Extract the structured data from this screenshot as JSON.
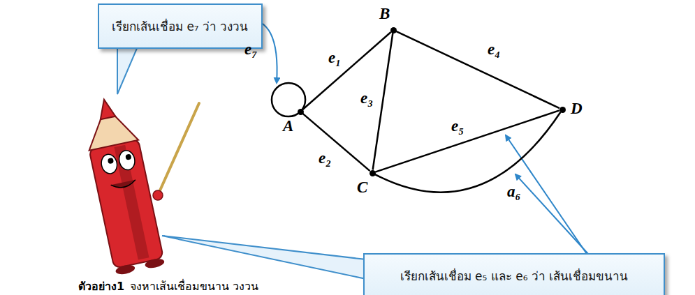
{
  "diagram": {
    "nodes": [
      {
        "text": [
          "เรียกเส้นเชื่อม e₇ ว่า วงวน"
        ]
      },
      {
        "text": [
          "B"
        ]
      },
      {
        "text": [
          "A"
        ]
      },
      {
        "text": [
          "D"
        ]
      },
      {
        "text": [
          "C"
        ]
      },
      {
        "text": [
          "เรียกเส้นเชื่อม e₅ และ e₆ ว่า เส้นเชื่อมขนาน"
        ]
      }
    ],
    "edges": [
      {
        "from": 2,
        "to": 2,
        "arrow": "none",
        "label": "e₇"
      },
      {
        "from": 2,
        "to": 1,
        "arrow": "none",
        "label": "e₁"
      },
      {
        "from": 1,
        "to": 4,
        "arrow": "none",
        "label": "e₃"
      },
      {
        "from": 2,
        "to": 4,
        "arrow": "none",
        "label": "e₂"
      },
      {
        "from": 1,
        "to": 3,
        "arrow": "none",
        "label": "e₄"
      },
      {
        "from": 4,
        "to": 3,
        "arrow": "none",
        "label": "e₅"
      },
      {
        "from": 4,
        "to": 3,
        "arrow": "none",
        "label": "a₆"
      }
    ],
    "labels": [
      "ตัวอย่าง1",
      "จงหาเส้นเชื่อมขนาน วงวน"
    ]
  }
}
